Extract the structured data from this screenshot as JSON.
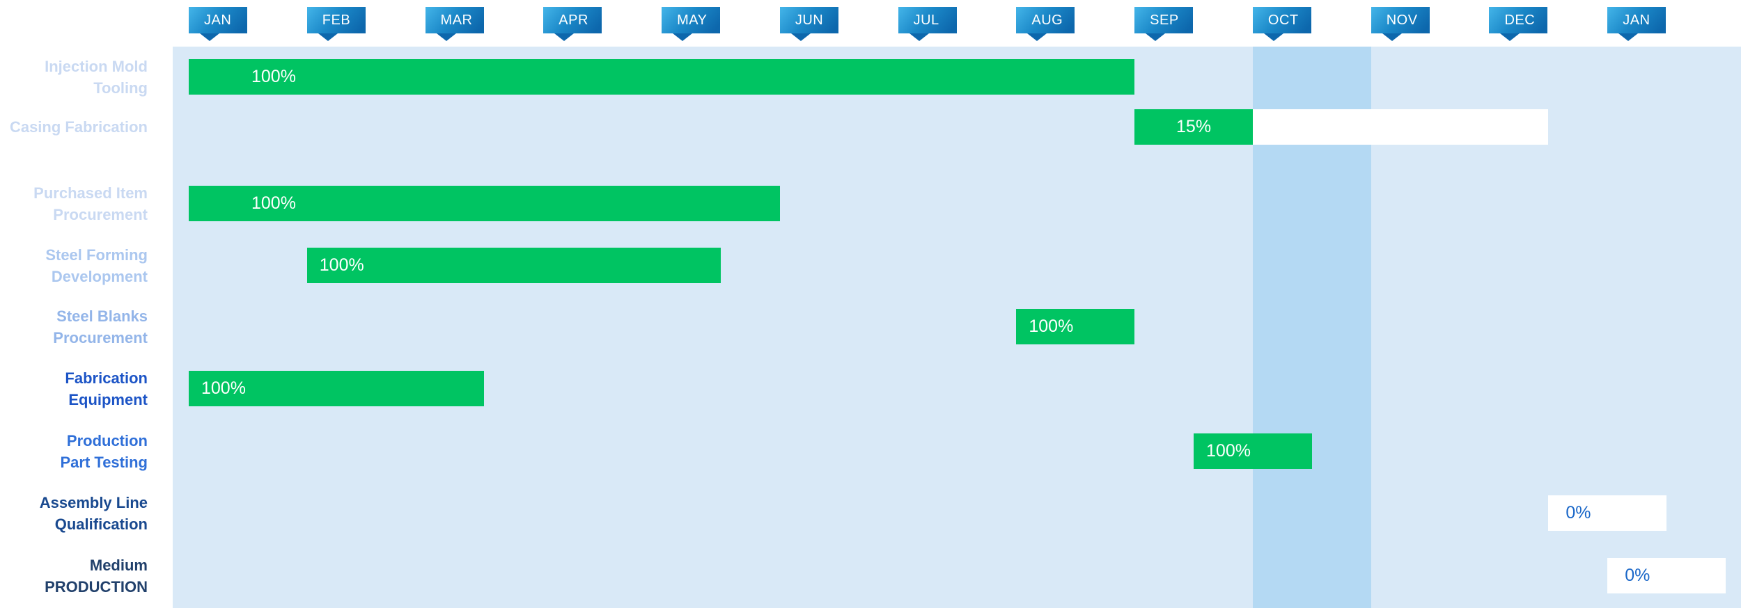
{
  "chart_data": {
    "type": "bar",
    "subtype": "gantt-timeline",
    "title": "",
    "months": [
      "JAN",
      "FEB",
      "MAR",
      "APR",
      "MAY",
      "JUN",
      "JUL",
      "AUG",
      "SEP",
      "OCT",
      "NOV",
      "DEC",
      "JAN"
    ],
    "highlight_band": {
      "start_month_index": 9,
      "end_month_index": 10
    },
    "tasks": [
      {
        "name_lines": [
          "Injection Mold",
          "Tooling"
        ],
        "label_color": "#c9d9f2",
        "start": 0,
        "end": 8,
        "done_until": 8,
        "progress_label": "100%",
        "label_indent": 90
      },
      {
        "name_lines": [
          "Casing Fabrication"
        ],
        "label_color": "#c9d9f2",
        "start": 8,
        "end": 11.5,
        "done_until": 9,
        "progress_label": "15%",
        "label_centered": true
      },
      {
        "name_lines": [
          "Purchased Item",
          "Procurement"
        ],
        "label_color": "#c9d9f2",
        "start": 0,
        "end": 5,
        "done_until": 5,
        "progress_label": "100%",
        "label_indent": 90
      },
      {
        "name_lines": [
          "Steel Forming",
          "Development"
        ],
        "label_color": "#abc7ef",
        "start": 1,
        "end": 4.5,
        "done_until": 4.5,
        "progress_label": "100%",
        "label_indent": 18
      },
      {
        "name_lines": [
          "Steel Blanks",
          "Procurement"
        ],
        "label_color": "#93b5e9",
        "start": 7,
        "end": 8,
        "done_until": 8,
        "progress_label": "100%",
        "label_indent": 18
      },
      {
        "name_lines": [
          "Fabrication",
          "Equipment"
        ],
        "label_color": "#1c54c6",
        "start": 0,
        "end": 2.5,
        "done_until": 2.5,
        "progress_label": "100%",
        "label_indent": 18
      },
      {
        "name_lines": [
          "Production",
          "Part Testing"
        ],
        "label_color": "#2f6fd8",
        "start": 8.5,
        "end": 9.5,
        "done_until": 9.5,
        "progress_label": "100%",
        "label_indent": 18
      },
      {
        "name_lines": [
          "Assembly Line",
          "Qualification"
        ],
        "label_color": "#19498f",
        "start": 11.5,
        "end": 12.5,
        "done_until": 11.5,
        "progress_label": "0%",
        "label_indent": 25
      },
      {
        "name_lines": [
          "Medium",
          "PRODUCTION"
        ],
        "label_color": "#21406b",
        "start": 12,
        "end": 13,
        "done_until": 12,
        "progress_label": "0%",
        "label_indent": 25
      }
    ],
    "colors": {
      "plot_background": "#d9e9f7",
      "highlight_band": "#b4d9f3",
      "bar_done": "#00c462",
      "bar_todo": "#ffffff",
      "done_text": "#fdfffd",
      "todo_text": "#1a67c8",
      "tag_gradient_start": "#44b5e9",
      "tag_gradient_end": "#0d67ac",
      "tag_text": "#ffffff"
    },
    "legend_position": "none",
    "grid": false
  }
}
